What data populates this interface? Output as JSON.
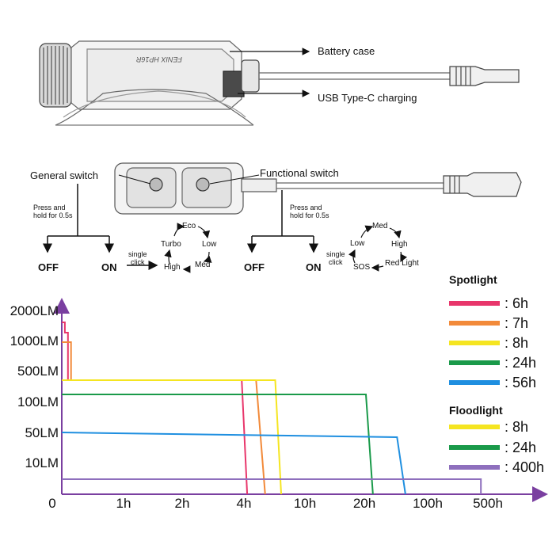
{
  "diagram": {
    "labels": {
      "battery_case": "Battery case",
      "usb_charging": "USB Type-C charging",
      "general_switch": "General switch",
      "functional_switch": "Functional switch",
      "press_hold_left": "Press and\nhold for 0.5s",
      "press_hold_right": "Press and\nhold for 0.5s",
      "off_left": "OFF",
      "on_left": "ON",
      "off_right": "OFF",
      "on_right": "ON",
      "single_click_left": "single\nclick",
      "single_click_right": "single\nclick",
      "brand_mark": "FENIX HP16R"
    },
    "cycle_left": [
      "Eco",
      "Low",
      "Med",
      "High",
      "Turbo"
    ],
    "cycle_right": [
      "Med",
      "High",
      "Red Light",
      "SOS",
      "Low"
    ]
  },
  "chart_data": {
    "type": "line",
    "x_ticks": [
      "0",
      "1h",
      "2h",
      "4h",
      "10h",
      "20h",
      "100h",
      "500h"
    ],
    "y_ticks": [
      "2000LM",
      "1000LM",
      "500LM",
      "100LM",
      "50LM",
      "10LM"
    ],
    "legend_groups": [
      {
        "title": "Spotlight",
        "series": [
          {
            "name": ": 6h",
            "color": "#e8366b"
          },
          {
            "name": ": 7h",
            "color": "#f28a3a"
          },
          {
            "name": ": 8h",
            "color": "#f5e521"
          },
          {
            "name": ": 24h",
            "color": "#1a9a4a"
          },
          {
            "name": ": 56h",
            "color": "#1f8fe0"
          }
        ]
      },
      {
        "title": "Floodlight",
        "series": [
          {
            "name": ": 8h",
            "color": "#f5e521"
          },
          {
            "name": ": 24h",
            "color": "#1a9a4a"
          },
          {
            "name": ": 400h",
            "color": "#8e6fbd"
          }
        ]
      }
    ],
    "series": [
      {
        "runtime": "6h",
        "color": "#e8366b",
        "points": [
          [
            0,
            "2000LM"
          ],
          [
            0.05,
            "2000LM"
          ],
          [
            0.05,
            "1000LM+"
          ],
          [
            0.1,
            "1000LM+"
          ],
          [
            0.1,
            "500LM-"
          ],
          [
            3.9,
            "500LM-"
          ],
          [
            4.2,
            "0"
          ]
        ]
      },
      {
        "runtime": "7h",
        "color": "#f28a3a",
        "points": [
          [
            0,
            "1000LM"
          ],
          [
            0.15,
            "1000LM"
          ],
          [
            0.15,
            "500LM-"
          ],
          [
            4.8,
            "500LM-"
          ],
          [
            5.5,
            "0"
          ]
        ]
      },
      {
        "runtime": "8h",
        "color": "#f5e521",
        "points": [
          [
            0,
            "500LM-"
          ],
          [
            6.4,
            "500LM-"
          ],
          [
            7.0,
            "0"
          ]
        ]
      },
      {
        "runtime": "24h",
        "color": "#1a9a4a",
        "points": [
          [
            0,
            "100LM+"
          ],
          [
            20,
            "100LM+"
          ],
          [
            24,
            "0"
          ]
        ]
      },
      {
        "runtime": "56h",
        "color": "#1f8fe0",
        "points": [
          [
            0,
            "50LM"
          ],
          [
            45,
            "50LM-"
          ],
          [
            56,
            "0"
          ]
        ]
      },
      {
        "runtime": "400h",
        "color": "#8e6fbd",
        "points": [
          [
            0,
            "5LM"
          ],
          [
            400,
            "5LM"
          ],
          [
            400,
            "0"
          ]
        ]
      }
    ],
    "axis_color": "#7a3fa0"
  }
}
